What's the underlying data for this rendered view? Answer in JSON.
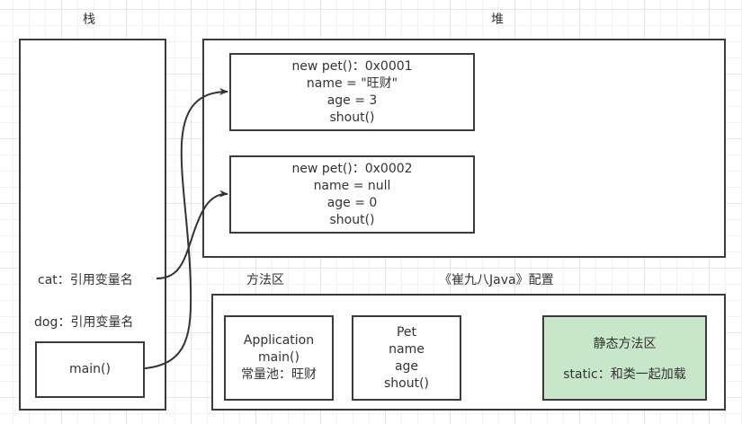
{
  "stack": {
    "title": "栈",
    "cat_label": "cat：引用变量名",
    "dog_label": "dog：引用变量名",
    "main_label": "main()"
  },
  "heap": {
    "title": "堆",
    "objects": [
      {
        "lines": [
          "new pet()：0x0001",
          "name = \"旺财\"",
          "age = 3",
          "shout()"
        ]
      },
      {
        "lines": [
          "new pet()：0x0002",
          "name = null",
          "age = 0",
          "shout()"
        ]
      }
    ]
  },
  "method_area": {
    "title": "方法区",
    "caption": "《崔九八Java》配置",
    "application": {
      "lines": [
        "Application",
        "main()",
        "常量池：旺财"
      ]
    },
    "pet_class": {
      "lines": [
        "Pet",
        "name",
        "age",
        "shout()"
      ]
    },
    "static_area": {
      "title": "静态方法区",
      "note": "static：和类一起加载",
      "fill_color": "#c8e6c9"
    }
  },
  "colors": {
    "border": "#3c3c3c",
    "text": "#333333",
    "arrow": "#333333"
  }
}
